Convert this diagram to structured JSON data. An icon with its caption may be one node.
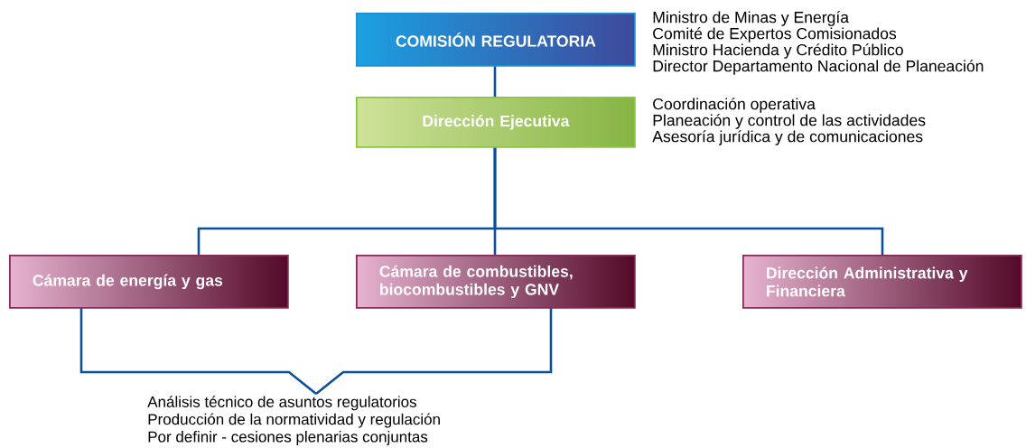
{
  "diagram": {
    "nodes": [
      {
        "text": [
          "COMISIÓN REGULATORIA"
        ],
        "beside": [
          "Ministro de Minas y Energía",
          "Comité de Expertos Comisionados",
          "Ministro Hacienda y Crédito Público",
          "Director Departamento Nacional de Planeación"
        ]
      },
      {
        "text": [
          "Dirección Ejecutiva"
        ],
        "beside": [
          "Coordinación operativa",
          "Planeación y control de las actividades",
          "Asesoría jurídica y de comunicaciones"
        ]
      },
      {
        "text": [
          "Cámara de energía y gas"
        ]
      },
      {
        "text": [
          "Cámara de combustibles, biocombustibles y GNV"
        ]
      },
      {
        "text": [
          "Dirección Administrativa y Financiera"
        ]
      },
      {
        "text": [
          "Análisis técnico de asuntos regulatorios",
          "Producción de la normatividad y regulación",
          "Por definir - cesiones plenarias conjuntas"
        ]
      }
    ],
    "edges": [
      {
        "from": 0,
        "to": 1,
        "arrow": "none"
      },
      {
        "from": 1,
        "to": 2,
        "arrow": "none"
      },
      {
        "from": 1,
        "to": 3,
        "arrow": "none"
      },
      {
        "from": 1,
        "to": 4,
        "arrow": "none"
      },
      {
        "from": 2,
        "to": 5,
        "arrow": "none"
      },
      {
        "from": 3,
        "to": 5,
        "arrow": "none"
      }
    ]
  }
}
